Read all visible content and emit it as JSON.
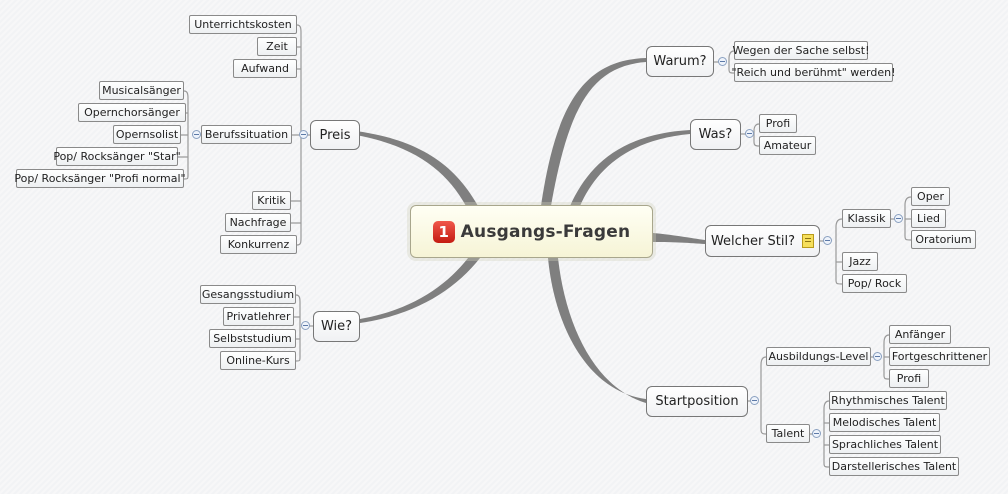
{
  "central": {
    "badge": "1",
    "title": "Ausgangs-Fragen"
  },
  "topics": {
    "preis": "Preis",
    "wie": "Wie?",
    "warum": "Warum?",
    "was": "Was?",
    "stil": "Welcher Stil?",
    "start": "Startposition"
  },
  "preis": {
    "unterrichtskosten": "Unterrichtskosten",
    "zeit": "Zeit",
    "aufwand": "Aufwand",
    "berufssituation": "Berufssituation",
    "kritik": "Kritik",
    "nachfrage": "Nachfrage",
    "konkurrenz": "Konkurrenz",
    "beruf": {
      "musical": "Musicalsänger",
      "opernchor": "Opernchorsänger",
      "opernsolist": "Opernsolist",
      "popstar": "Pop/ Rocksänger \"Star\"",
      "popprofi": "Pop/ Rocksänger \"Profi normal\""
    }
  },
  "wie": {
    "gesang": "Gesangsstudium",
    "privat": "Privatlehrer",
    "selbst": "Selbststudium",
    "online": "Online-Kurs"
  },
  "warum": {
    "sache": "Wegen der Sache selbst!",
    "reich": "\"Reich und berühmt\" werden!"
  },
  "was": {
    "profi": "Profi",
    "amateur": "Amateur"
  },
  "stil": {
    "klassik": "Klassik",
    "jazz": "Jazz",
    "pop": "Pop/ Rock",
    "klassik_sub": {
      "oper": "Oper",
      "lied": "Lied",
      "oratorium": "Oratorium"
    }
  },
  "start": {
    "level": "Ausbildungs-Level",
    "talent": "Talent",
    "level_sub": {
      "anfaenger": "Anfänger",
      "fortgeschritten": "Fortgeschrittener",
      "profi": "Profi"
    },
    "talent_sub": {
      "rhythmisch": "Rhythmisches Talent",
      "melodisch": "Melodisches Talent",
      "sprachlich": "Sprachliches Talent",
      "darstellerisch": "Darstellerisches Talent"
    }
  },
  "icons": {
    "note": "note-icon",
    "priority": "priority-1-icon",
    "collapse": "collapse-icon"
  },
  "colors": {
    "branch": "#7f7f7f",
    "connector": "#9a9a9a",
    "priority": "#d92b1f",
    "central_bg": "#f8f7e3"
  }
}
